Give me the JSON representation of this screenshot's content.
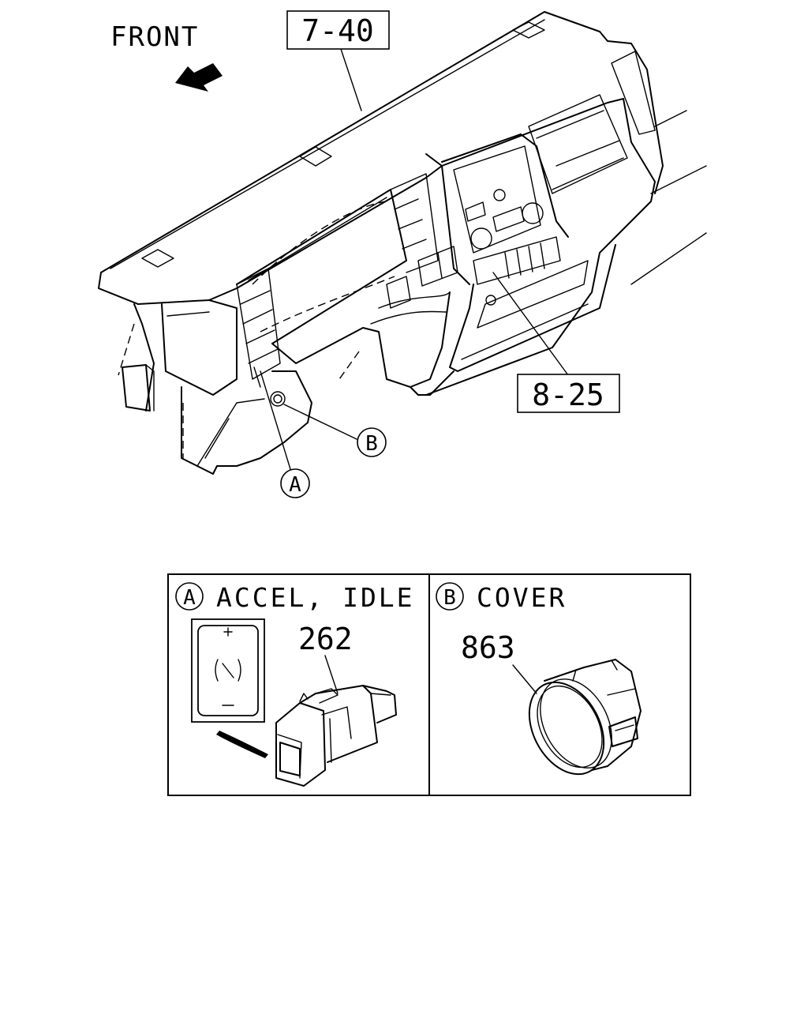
{
  "front_label": "FRONT",
  "callouts": {
    "upper_ref": "7-40",
    "lower_ref": "8-25",
    "a_marker": "A",
    "b_marker": "B"
  },
  "detail_a": {
    "letter": "A",
    "title": "ACCEL, IDLE",
    "part_number": "262"
  },
  "detail_b": {
    "letter": "B",
    "title": "COVER",
    "part_number": "863"
  }
}
